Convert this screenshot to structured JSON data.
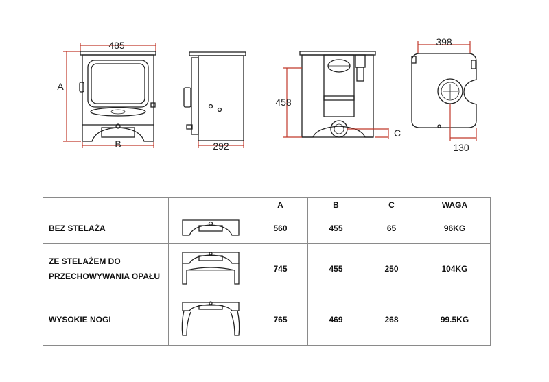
{
  "dimensions": {
    "front_width": "485",
    "front_height_label": "A",
    "front_base_label": "B",
    "side_depth": "292",
    "rear_height": "458",
    "rear_flue_label": "C",
    "top_width": "398",
    "top_flue_offset": "130"
  },
  "table": {
    "headers": [
      "",
      "",
      "A",
      "B",
      "C",
      "WAGA"
    ],
    "rows": [
      {
        "label": "BEZ STELAŻA",
        "a": "560",
        "b": "455",
        "c": "65",
        "waga": "96KG",
        "icon": "stove-base-icon"
      },
      {
        "label": "ZE STELAŻEM DO PRZECHOWYWANIA OPAŁU",
        "a": "745",
        "b": "455",
        "c": "250",
        "waga": "104KG",
        "icon": "log-store-stand-icon"
      },
      {
        "label": "WYSOKIE NOGI",
        "a": "765",
        "b": "469",
        "c": "268",
        "waga": "99.5KG",
        "icon": "high-legs-icon"
      }
    ]
  },
  "colors": {
    "dimension_line": "#c0392b",
    "outline": "#222222",
    "table_border": "#8a8a8a"
  }
}
